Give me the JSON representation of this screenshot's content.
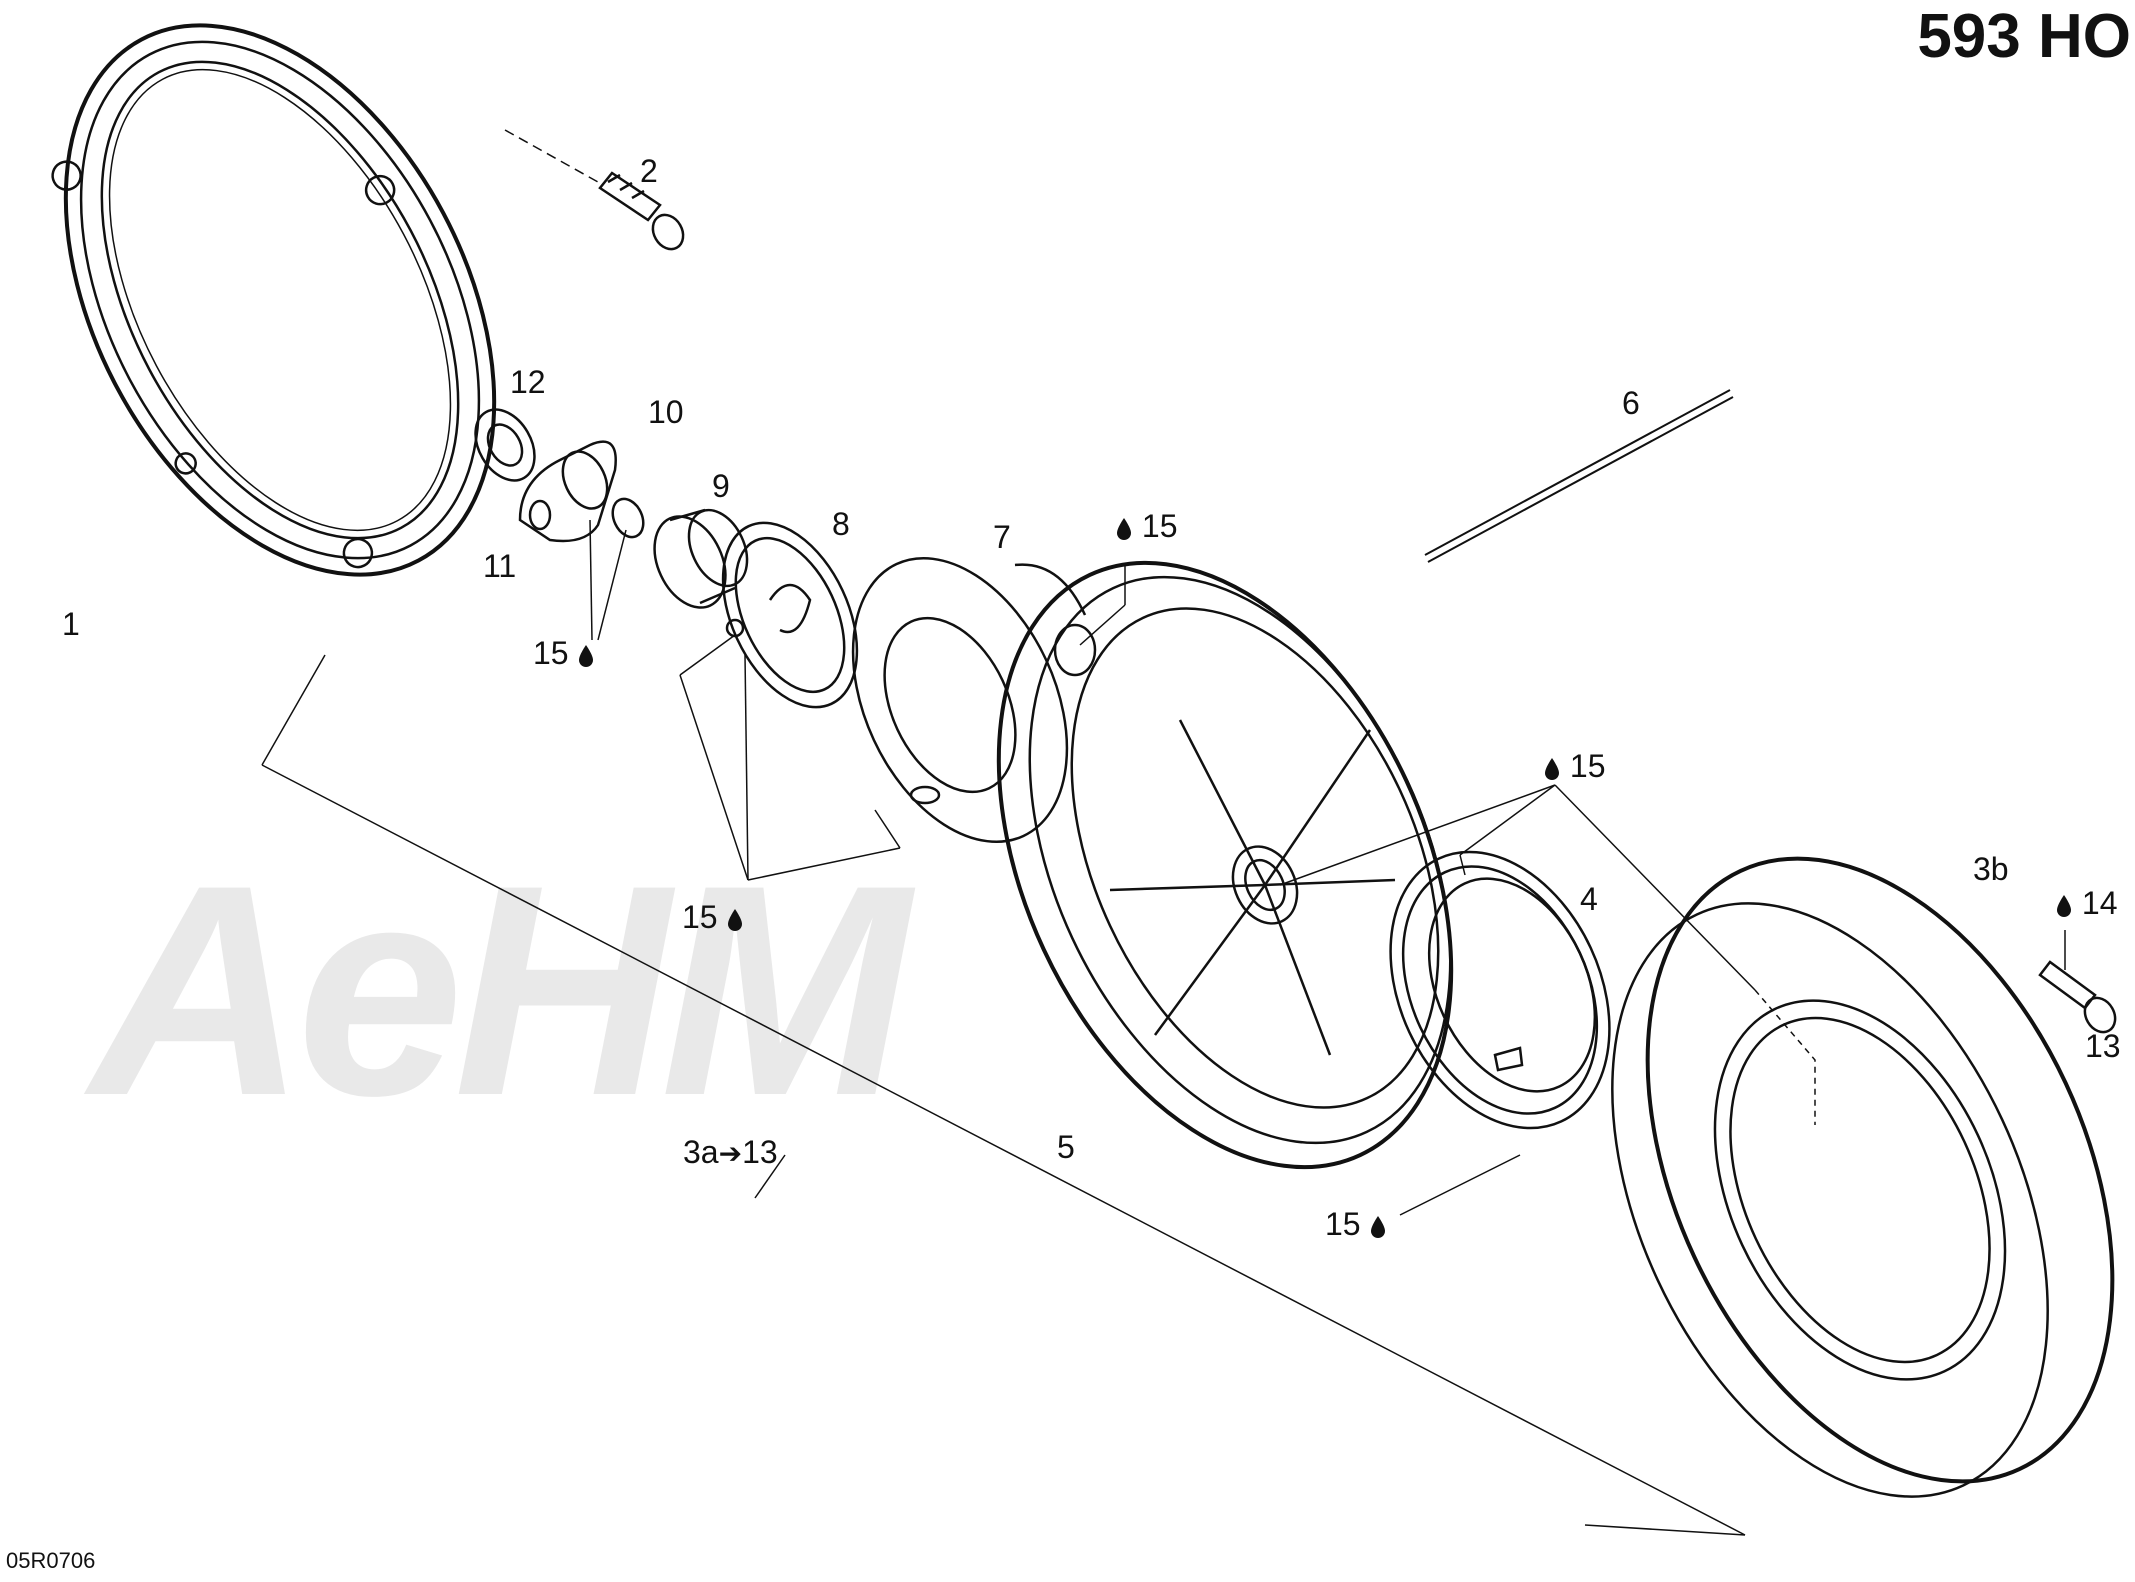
{
  "title": "593 HO",
  "figure_code": "05R0706",
  "watermark": "AeHM",
  "icons": {
    "lubricant": "oil-drop-icon"
  },
  "callouts": {
    "c1": "1",
    "c2": "2",
    "c3a": "3a",
    "c3a_arrow": "➔",
    "c3a_end": "13",
    "c3b": "3b",
    "c4": "4",
    "c5": "5",
    "c6": "6",
    "c7": "7",
    "c8": "8",
    "c9": "9",
    "c10": "10",
    "c11": "11",
    "c12": "12",
    "c13": "13",
    "c14": "14",
    "c15a": "15",
    "c15b": "15",
    "c15c": "15",
    "c15d": "15",
    "c15e": "15"
  }
}
